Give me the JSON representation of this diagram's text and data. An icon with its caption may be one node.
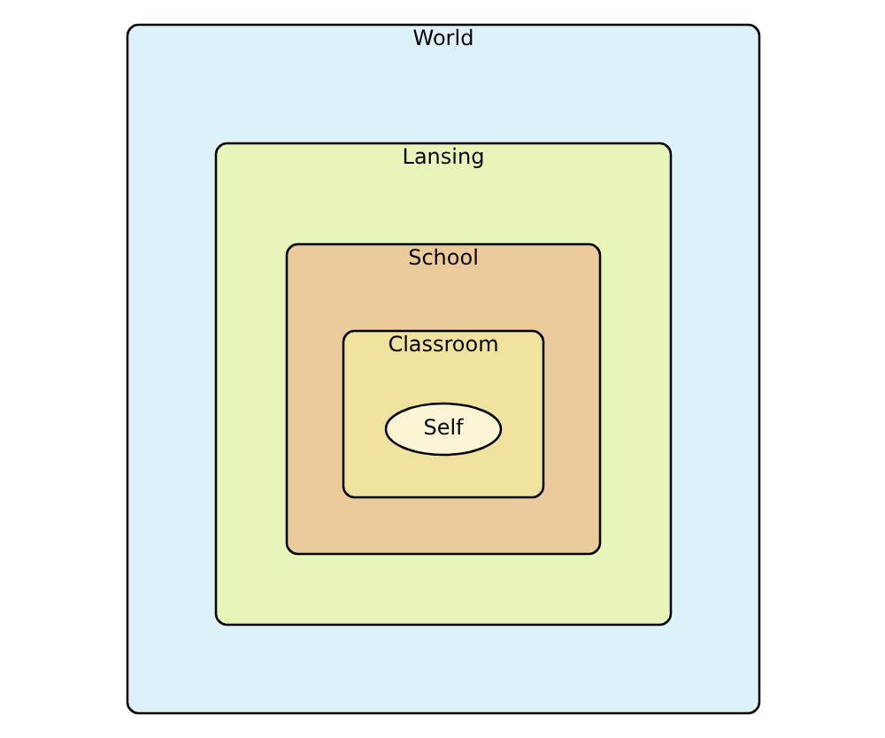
{
  "diagram": {
    "nodes": [
      {
        "text": [
          "World"
        ]
      },
      {
        "text": [
          "Lansing"
        ],
        "in": 0
      },
      {
        "text": [
          "School"
        ],
        "in": 1
      },
      {
        "text": [
          "Classroom"
        ],
        "in": 2
      },
      {
        "text": [
          "Self"
        ],
        "in": 3
      }
    ]
  }
}
